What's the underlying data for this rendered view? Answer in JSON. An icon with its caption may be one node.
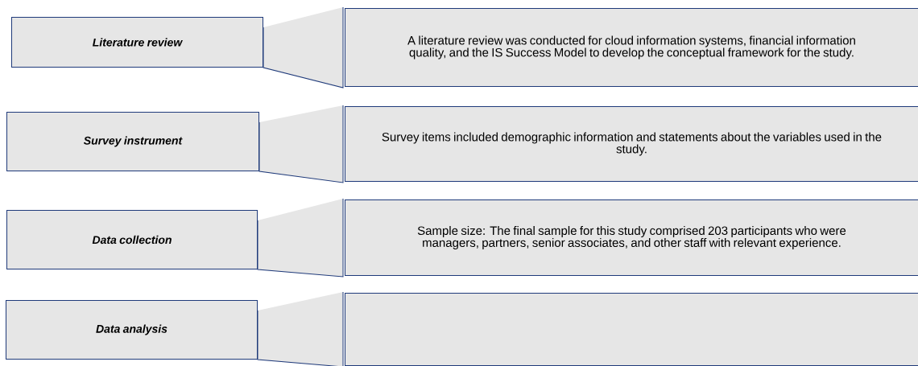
{
  "diagram": {
    "nodes": [
      {
        "text": [
          "Literature review"
        ]
      },
      {
        "text": [
          "A literature review was conducted for cloud information systems, financial information quality, and the IS Success Model to develop the conceptual framework for the study."
        ]
      },
      {
        "text": [
          "Survey instrument"
        ]
      },
      {
        "text": [
          "Survey items included demographic information and statements about the variables used in the study."
        ]
      },
      {
        "text": [
          "Data collection"
        ]
      },
      {
        "text": [
          "Sample size: The final sample for this study comprised 203 participants who were managers, partners, senior associates, and other staff with relevant experience."
        ]
      },
      {
        "text": [
          "Data analysis"
        ]
      },
      {
        "text": [],
        "shape": "box"
      }
    ],
    "edges": [
      {
        "from": 0,
        "to": 1,
        "arrow": "none"
      },
      {
        "from": 2,
        "to": 3,
        "arrow": "none"
      },
      {
        "from": 4,
        "to": 5,
        "arrow": "none"
      },
      {
        "from": 6,
        "to": 7,
        "arrow": "none"
      }
    ]
  }
}
